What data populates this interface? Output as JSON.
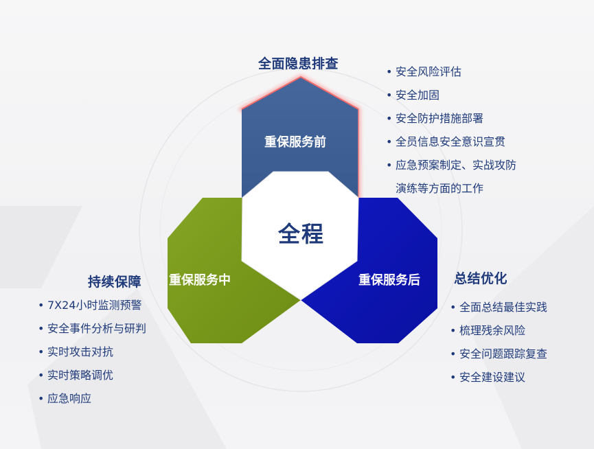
{
  "center": {
    "label": "全程"
  },
  "before": {
    "hex_label": "重保服务前",
    "title": "全面隐患排查",
    "items": [
      "安全风险评估",
      "安全加固",
      "安全防护措施部署",
      "全员信息安全意识宣贯",
      "应急预案制定、实战攻防"
    ],
    "item_continuation": "演练等方面的工作",
    "color": "#3e5f93"
  },
  "during": {
    "hex_label": "重保服务中",
    "title": "持续保障",
    "items": [
      "7X24小时监测预警",
      "安全事件分析与研判",
      "实时攻击对抗",
      "实时策略调优",
      "应急响应"
    ],
    "color": "#7a9a1c"
  },
  "after": {
    "hex_label": "重保服务后",
    "title": "总结优化",
    "items": [
      "全面总结最佳实践",
      "梳理残余风险",
      "安全问题跟踪复查",
      "安全建设建议"
    ],
    "color": "#0c14b4"
  }
}
